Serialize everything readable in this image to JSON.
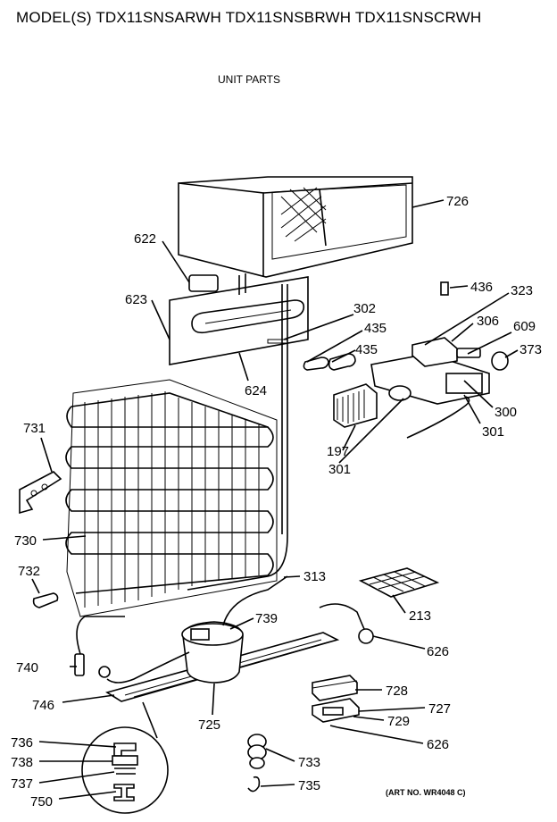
{
  "header": {
    "models": "MODEL(S) TDX11SNSARWH  TDX11SNSBRWH  TDX11SNSCRWH",
    "section_title": "UNIT PARTS"
  },
  "footer": {
    "art_no": "(ART NO. WR4048 C)"
  },
  "callouts": {
    "c726": "726",
    "c622": "622",
    "c623": "623",
    "c624": "624",
    "c302": "302",
    "c435a": "435",
    "c435b": "435",
    "c436": "436",
    "c323": "323",
    "c306": "306",
    "c609": "609",
    "c373": "373",
    "c300": "300",
    "c301a": "301",
    "c301b": "301",
    "c197": "197",
    "c731": "731",
    "c730": "730",
    "c732": "732",
    "c313": "313",
    "c739": "739",
    "c213": "213",
    "c626a": "626",
    "c740": "740",
    "c746": "746",
    "c725": "725",
    "c728": "728",
    "c727": "727",
    "c729": "729",
    "c626b": "626",
    "c736": "736",
    "c738": "738",
    "c737": "737",
    "c750": "750",
    "c733": "733",
    "c735": "735"
  }
}
